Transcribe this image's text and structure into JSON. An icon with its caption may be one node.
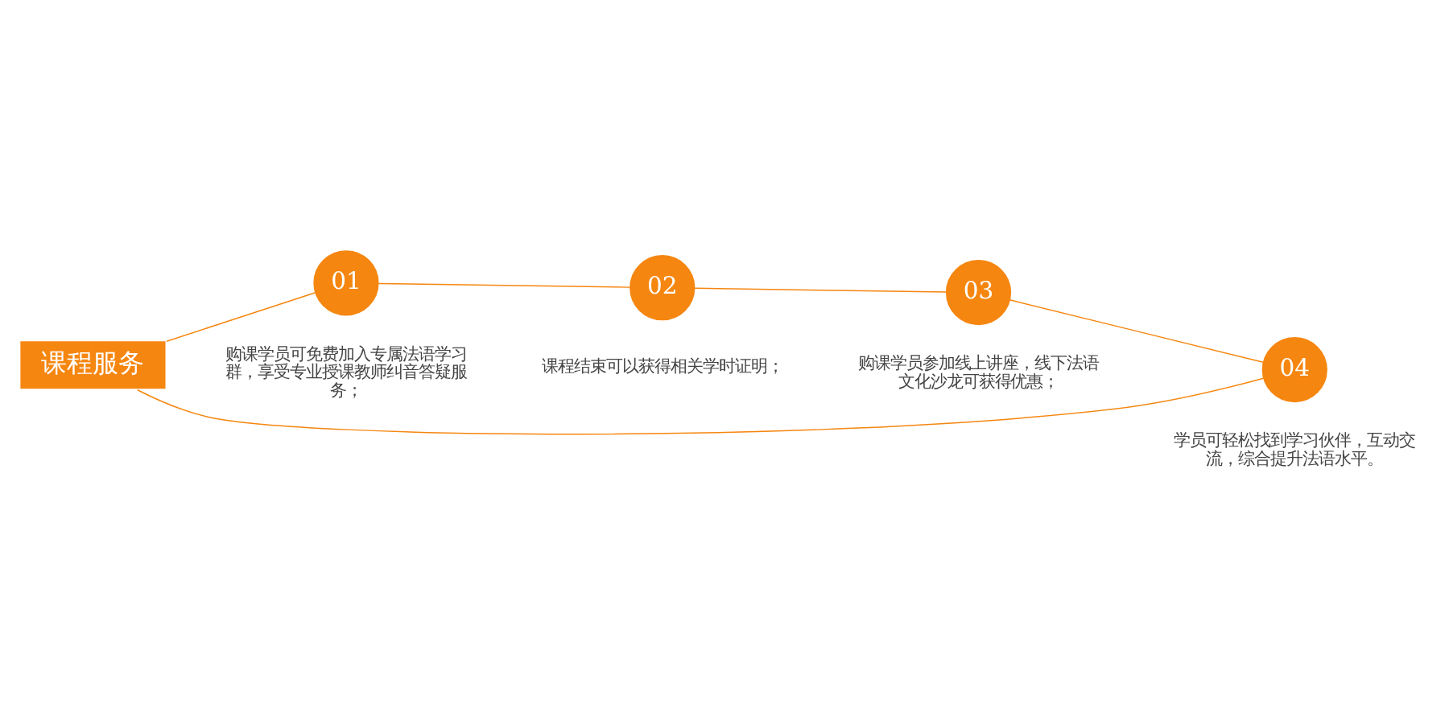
{
  "diagram": {
    "nodes": [
      {
        "text": [
          "课程服务"
        ]
      },
      {
        "text": [
          "01"
        ],
        "beside": [
          "购课学员可免费加入专属法语学习群，享受专业授课教师纠音答疑服务；"
        ]
      },
      {
        "text": [
          "02"
        ],
        "beside": [
          "课程结束可以获得相关学时证明；"
        ]
      },
      {
        "text": [
          "03"
        ],
        "beside": [
          "购课学员参加线上讲座，线下法语文化沙龙可获得优惠；"
        ]
      },
      {
        "text": [
          "04"
        ],
        "beside": [
          "学员可轻松找到学习伙伴，互动交流，综合提升法语水平。"
        ]
      }
    ],
    "edges": [
      {
        "from": 0,
        "to": 1,
        "arrow": "none"
      },
      {
        "from": 1,
        "to": 2,
        "arrow": "none"
      },
      {
        "from": 2,
        "to": 3,
        "arrow": "none"
      },
      {
        "from": 3,
        "to": 4,
        "arrow": "none"
      },
      {
        "from": 0,
        "to": 4,
        "arrow": "none"
      }
    ]
  }
}
